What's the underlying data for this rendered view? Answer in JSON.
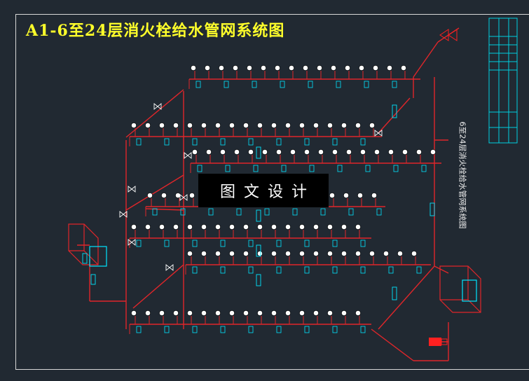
{
  "drawing": {
    "title": "A1-6至24层消火栓给水管网系统图",
    "side_title": "6至24层消火栓给水管网系统图",
    "watermark": "图文设计"
  },
  "colors": {
    "background": "#212932",
    "pipe": "#e0262a",
    "label": "#00e5ff",
    "hydrant": "#ffffff",
    "title": "#ffff2a",
    "frame": "#d8d8d8",
    "valve": "#ff2020"
  },
  "icons": {
    "hydrant": "hydrant-circle-icon",
    "valve": "valve-bowtie-icon",
    "tank": "water-tank-icon",
    "pump": "pump-icon"
  }
}
